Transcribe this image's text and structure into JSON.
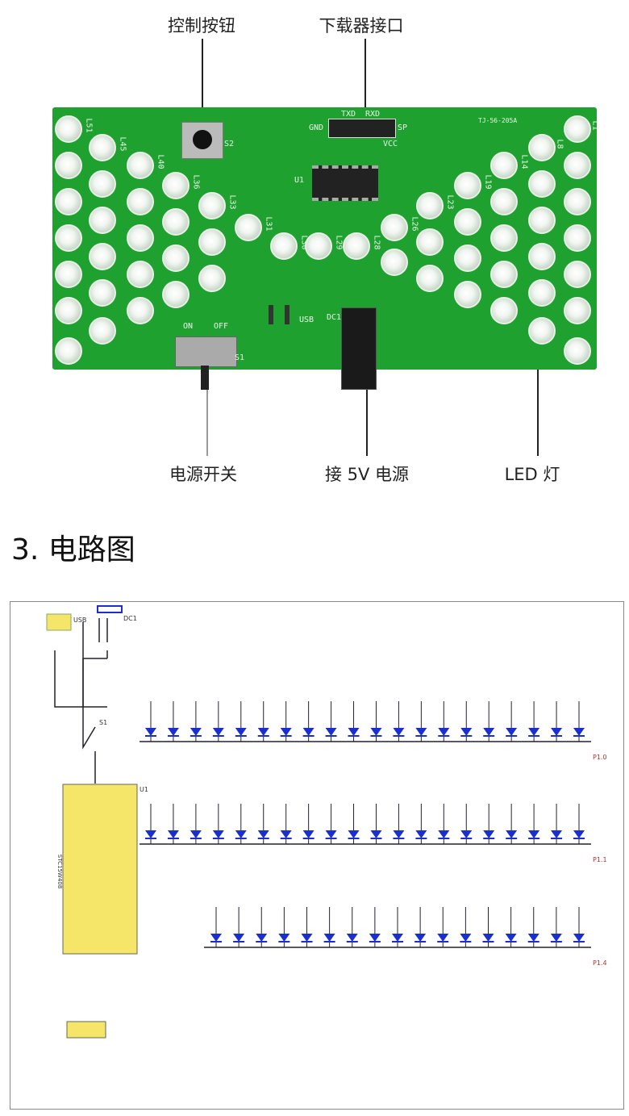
{
  "callouts": {
    "button": "控制按钮",
    "download_port": "下载器接口",
    "power_switch": "电源开关",
    "power_5v": "接 5V 电源",
    "led": "LED 灯"
  },
  "pcb_silkscreen": {
    "s2": "S2",
    "gnd": "GND",
    "txd": "TXD",
    "rxd": "RXD",
    "vcc": "VCC",
    "sp": "SP",
    "u1": "U1",
    "model": "TJ-56-205A",
    "on": "ON",
    "off": "OFF",
    "s1": "S1",
    "usb": "USB",
    "dc1": "DC1",
    "led_labels": [
      "L51",
      "L45",
      "L40",
      "L36",
      "L33",
      "L31",
      "L30",
      "L29",
      "L28",
      "L26",
      "L23",
      "L19",
      "L14",
      "L8",
      "L1"
    ]
  },
  "section_title": "3. 电路图",
  "schematic": {
    "usb": "USB",
    "dc1": "DC1",
    "s1": "S1",
    "u1": "U1",
    "mcu": "STC15W408",
    "p_labels": [
      "P1.0",
      "P1.1",
      "P1.4"
    ]
  },
  "colors": {
    "pcb": "#1ea12f",
    "diode": "#1a2fd0",
    "mcu": "#f5e66a"
  }
}
